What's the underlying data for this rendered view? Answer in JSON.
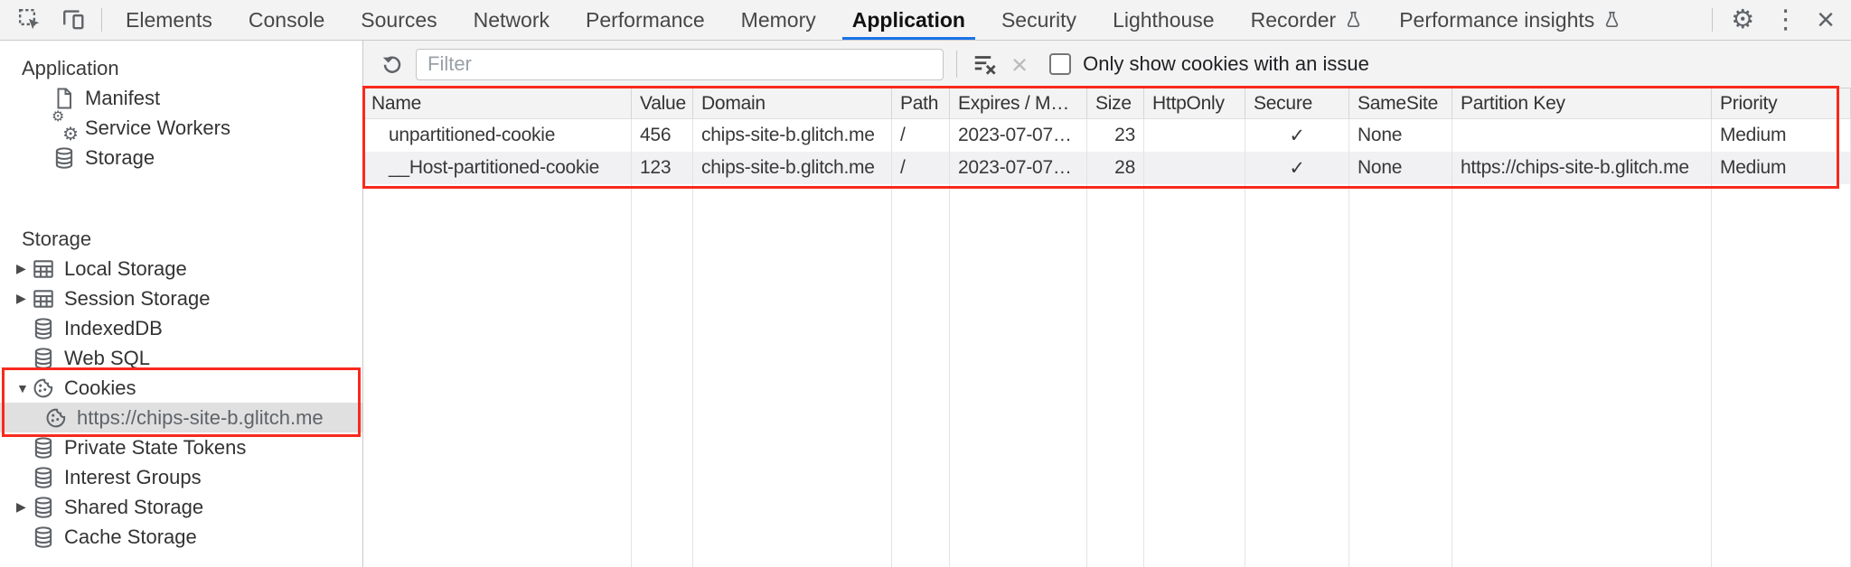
{
  "colors": {
    "accent_blue": "#1a73e8",
    "highlight_red": "#f8291d",
    "selected_row_bg": "#e0e0e0",
    "toolbar_bg": "#f3f3f3"
  },
  "icons": {
    "gear": "⚙",
    "more": "⋮",
    "close": "×",
    "clear_x": "×",
    "triangle_collapsed": "▶",
    "triangle_expanded": "▼",
    "names": [
      "inspect-icon",
      "device-toolbar-icon",
      "flask-icon",
      "gear-icon",
      "kebab-menu-icon",
      "close-icon",
      "refresh-icon",
      "clear-filter-icon",
      "file-icon",
      "service-workers-icon",
      "database-icon",
      "table-icon",
      "cookie-icon"
    ]
  },
  "tabbar": {
    "tabs": [
      {
        "label": "Elements"
      },
      {
        "label": "Console"
      },
      {
        "label": "Sources"
      },
      {
        "label": "Network"
      },
      {
        "label": "Performance"
      },
      {
        "label": "Memory"
      },
      {
        "label": "Application",
        "active": true
      },
      {
        "label": "Security"
      },
      {
        "label": "Lighthouse"
      },
      {
        "label": "Recorder",
        "flask": true
      },
      {
        "label": "Performance insights",
        "flask": true
      }
    ]
  },
  "sidebar": {
    "sections": [
      {
        "title": "Application",
        "items": [
          {
            "label": "Manifest",
            "icon": "file-icon"
          },
          {
            "label": "Service Workers",
            "icon": "service-workers-icon"
          },
          {
            "label": "Storage",
            "icon": "database-icon"
          }
        ]
      },
      {
        "title": "Storage",
        "items": [
          {
            "label": "Local Storage",
            "icon": "table-icon",
            "expander": "collapsed"
          },
          {
            "label": "Session Storage",
            "icon": "table-icon",
            "expander": "collapsed"
          },
          {
            "label": "IndexedDB",
            "icon": "database-icon"
          },
          {
            "label": "Web SQL",
            "icon": "database-icon"
          },
          {
            "label": "Cookies",
            "icon": "cookie-icon",
            "expander": "expanded",
            "highlighted": true
          },
          {
            "label": "https://chips-site-b.glitch.me",
            "icon": "cookie-icon",
            "child": true,
            "selected": true
          },
          {
            "label": "Private State Tokens",
            "icon": "database-icon"
          },
          {
            "label": "Interest Groups",
            "icon": "database-icon"
          },
          {
            "label": "Shared Storage",
            "icon": "database-icon",
            "expander": "collapsed"
          },
          {
            "label": "Cache Storage",
            "icon": "database-icon"
          }
        ]
      }
    ]
  },
  "toolbar": {
    "filter_placeholder": "Filter",
    "filter_value": "",
    "checkbox_label": "Only show cookies with an issue",
    "checkbox_checked": false
  },
  "cookies_table": {
    "columns": [
      "Name",
      "Value",
      "Domain",
      "Path",
      "Expires / M…",
      "Size",
      "HttpOnly",
      "Secure",
      "SameSite",
      "Partition Key",
      "Priority"
    ],
    "rows": [
      {
        "name": "unpartitioned-cookie",
        "value": "456",
        "domain": "chips-site-b.glitch.me",
        "path": "/",
        "expires": "2023-07-07…",
        "size": "23",
        "http_only": "",
        "secure": "✓",
        "same_site": "None",
        "partition_key": "",
        "priority": "Medium"
      },
      {
        "name": "__Host-partitioned-cookie",
        "value": "123",
        "domain": "chips-site-b.glitch.me",
        "path": "/",
        "expires": "2023-07-07…",
        "size": "28",
        "http_only": "",
        "secure": "✓",
        "same_site": "None",
        "partition_key": "https://chips-site-b.glitch.me",
        "priority": "Medium"
      }
    ]
  }
}
